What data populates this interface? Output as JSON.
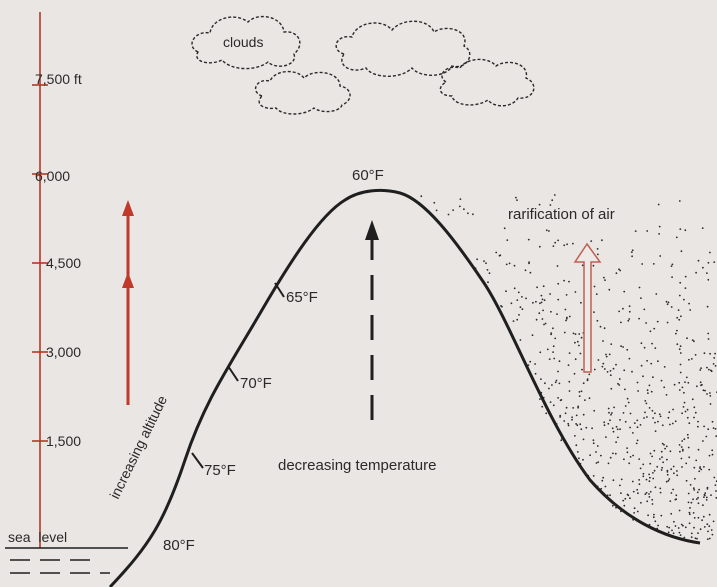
{
  "diagram": {
    "colors": {
      "background": "#e9e6e3",
      "ink": "#1f1f1f",
      "scale_line": "#b23a26",
      "red_arrow": "#c0392b",
      "hollow_arrow": "#d88a7e"
    },
    "altitude_scale": {
      "ticks": [
        "7,500 ft",
        "6,000",
        "4,500",
        "3,000",
        "1,500"
      ],
      "base_label": "sea  level"
    },
    "labels": {
      "clouds": "clouds",
      "increasing_altitude": "increasing altitude",
      "decreasing_temperature": "decreasing temperature",
      "rarification": "rarification of air"
    },
    "temperatures": [
      "80°F",
      "75°F",
      "70°F",
      "65°F",
      "60°F"
    ]
  }
}
